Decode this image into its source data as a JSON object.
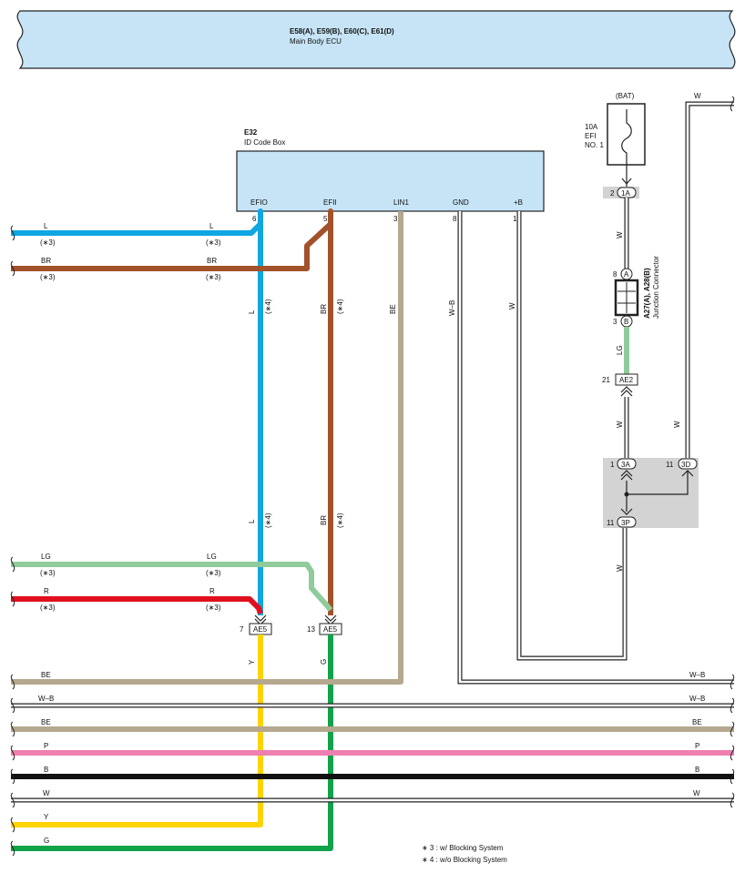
{
  "ecu": {
    "line1": "E58(A), E59(B), E60(C), E61(D)",
    "line2": "Main Body ECU"
  },
  "idbox": {
    "code": "E32",
    "name": "ID Code Box",
    "pins": [
      {
        "label": "EFIO",
        "num": "6"
      },
      {
        "label": "EFII",
        "num": "5"
      },
      {
        "label": "LIN1",
        "num": "3"
      },
      {
        "label": "GND",
        "num": "8"
      },
      {
        "label": "+B",
        "num": "1"
      }
    ]
  },
  "fuse": {
    "bat": "(BAT)",
    "amp": "10A",
    "name1": "EFI",
    "name2": "NO. 1"
  },
  "jc": {
    "code": "A27(A), A28(B)",
    "name": "Junction Connector",
    "pinA": "A",
    "pinA_num": "8",
    "pinB": "B",
    "pinB_num": "3"
  },
  "connectors": {
    "c1A": {
      "label": "1A",
      "num": "2"
    },
    "ae2": {
      "label": "AE2",
      "num": "21"
    },
    "c3A": {
      "label": "3A",
      "num": "1"
    },
    "c3D": {
      "label": "3D",
      "num": "11"
    },
    "c3P": {
      "label": "3P",
      "num": "11"
    },
    "ae5a": {
      "label": "AE5",
      "num": "7"
    },
    "ae5b": {
      "label": "AE5",
      "num": "13"
    }
  },
  "wire_labels": {
    "L": "L",
    "BR": "BR",
    "LG": "LG",
    "R": "R",
    "BE": "BE",
    "WB": "W–B",
    "P": "P",
    "B": "B",
    "W": "W",
    "Y": "Y",
    "G": "G",
    "n3": "(∗3)",
    "n4": "(∗4)"
  },
  "notes": {
    "n3": "∗ 3 : w/ Blocking System",
    "n4": "∗ 4 : w/o Blocking System"
  },
  "colors": {
    "L": "#10a6e2",
    "BR": "#a2522a",
    "LG": "#8fcb9b",
    "R": "#e0101e",
    "BE": "#b5a88f",
    "P": "#ee7fb0",
    "B": "#111111",
    "Y": "#fdd300",
    "G": "#12a24a",
    "ecu_fill": "#c6e4f6",
    "relay_fill": "#d3d3d3"
  }
}
